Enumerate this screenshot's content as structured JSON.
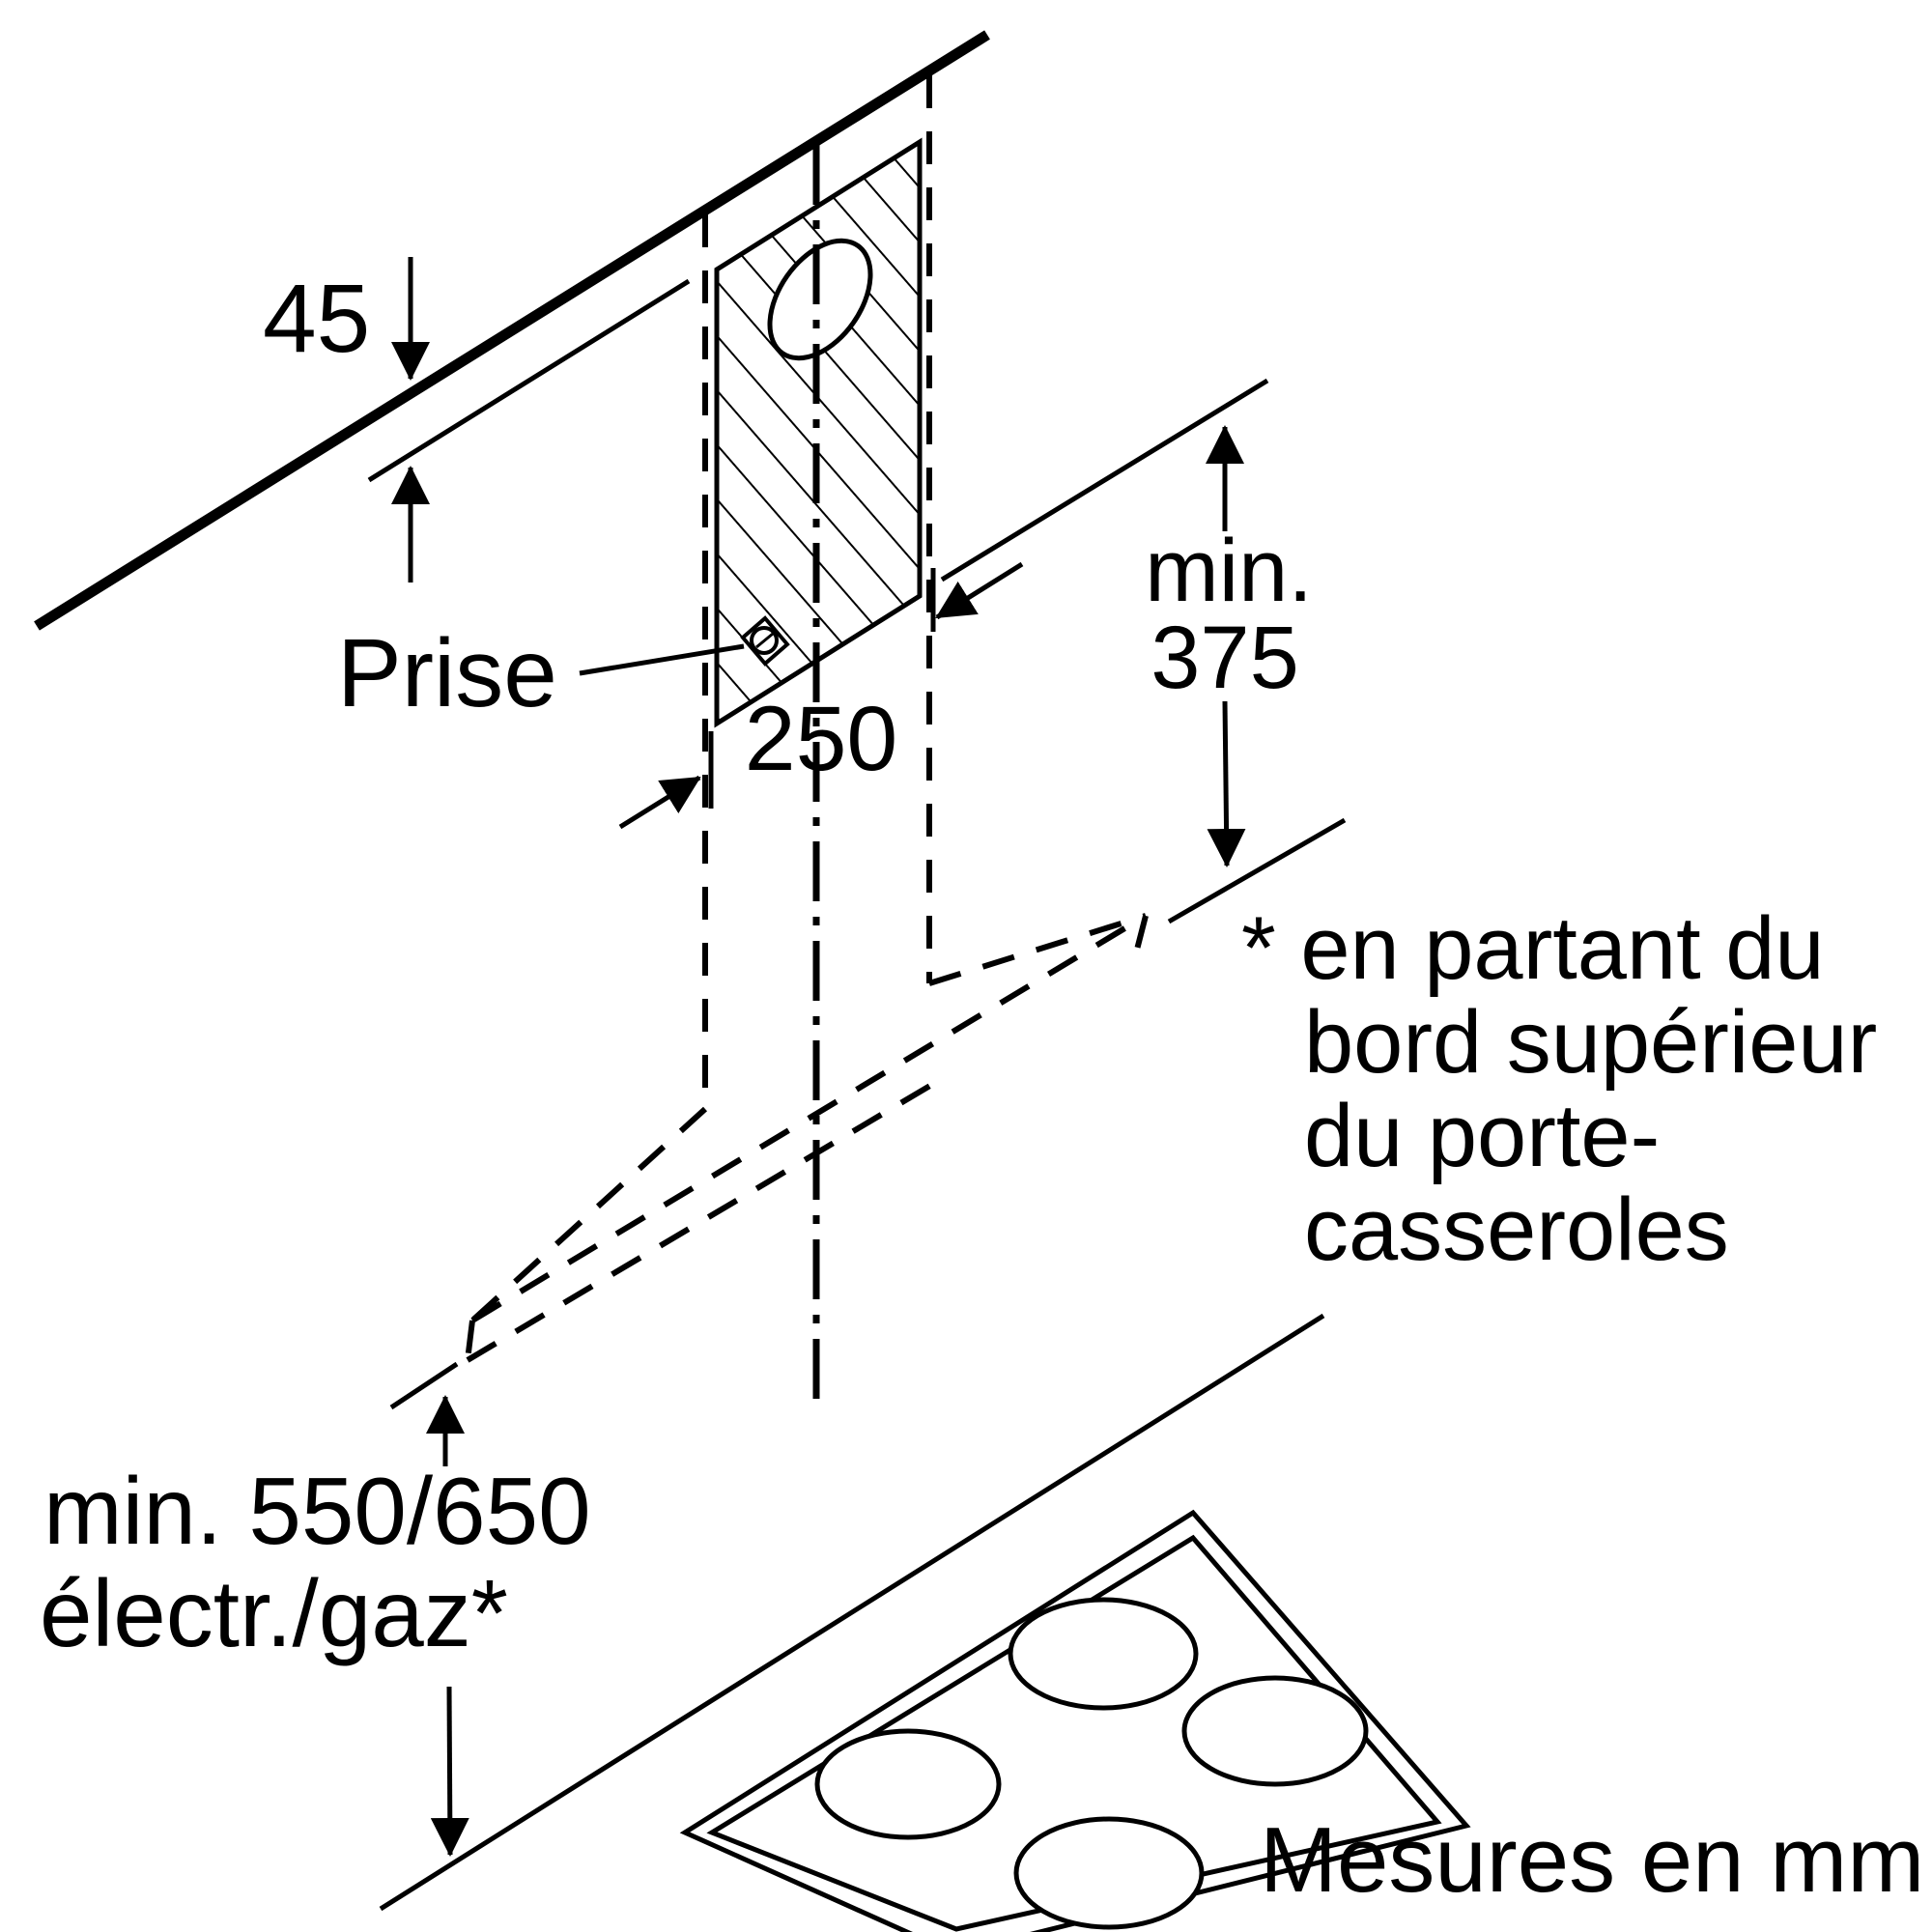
{
  "diagram": {
    "title_hidden": "",
    "units_note": "Mesures en mm",
    "dimensions": {
      "ceiling_gap": "45",
      "duct_width": "250",
      "hood_clearance_prefix": "min.",
      "hood_clearance_value": "375",
      "cooktop_clearance": "min. 550/650",
      "cooktop_clearance_type": "électr./gaz*"
    },
    "labels": {
      "socket": "Prise",
      "footnote_line1": "* en partant du",
      "footnote_line2": "bord supérieur",
      "footnote_line3": "du porte-",
      "footnote_line4": "casseroles"
    },
    "colors": {
      "line": "#000000",
      "background": "#ffffff"
    }
  }
}
